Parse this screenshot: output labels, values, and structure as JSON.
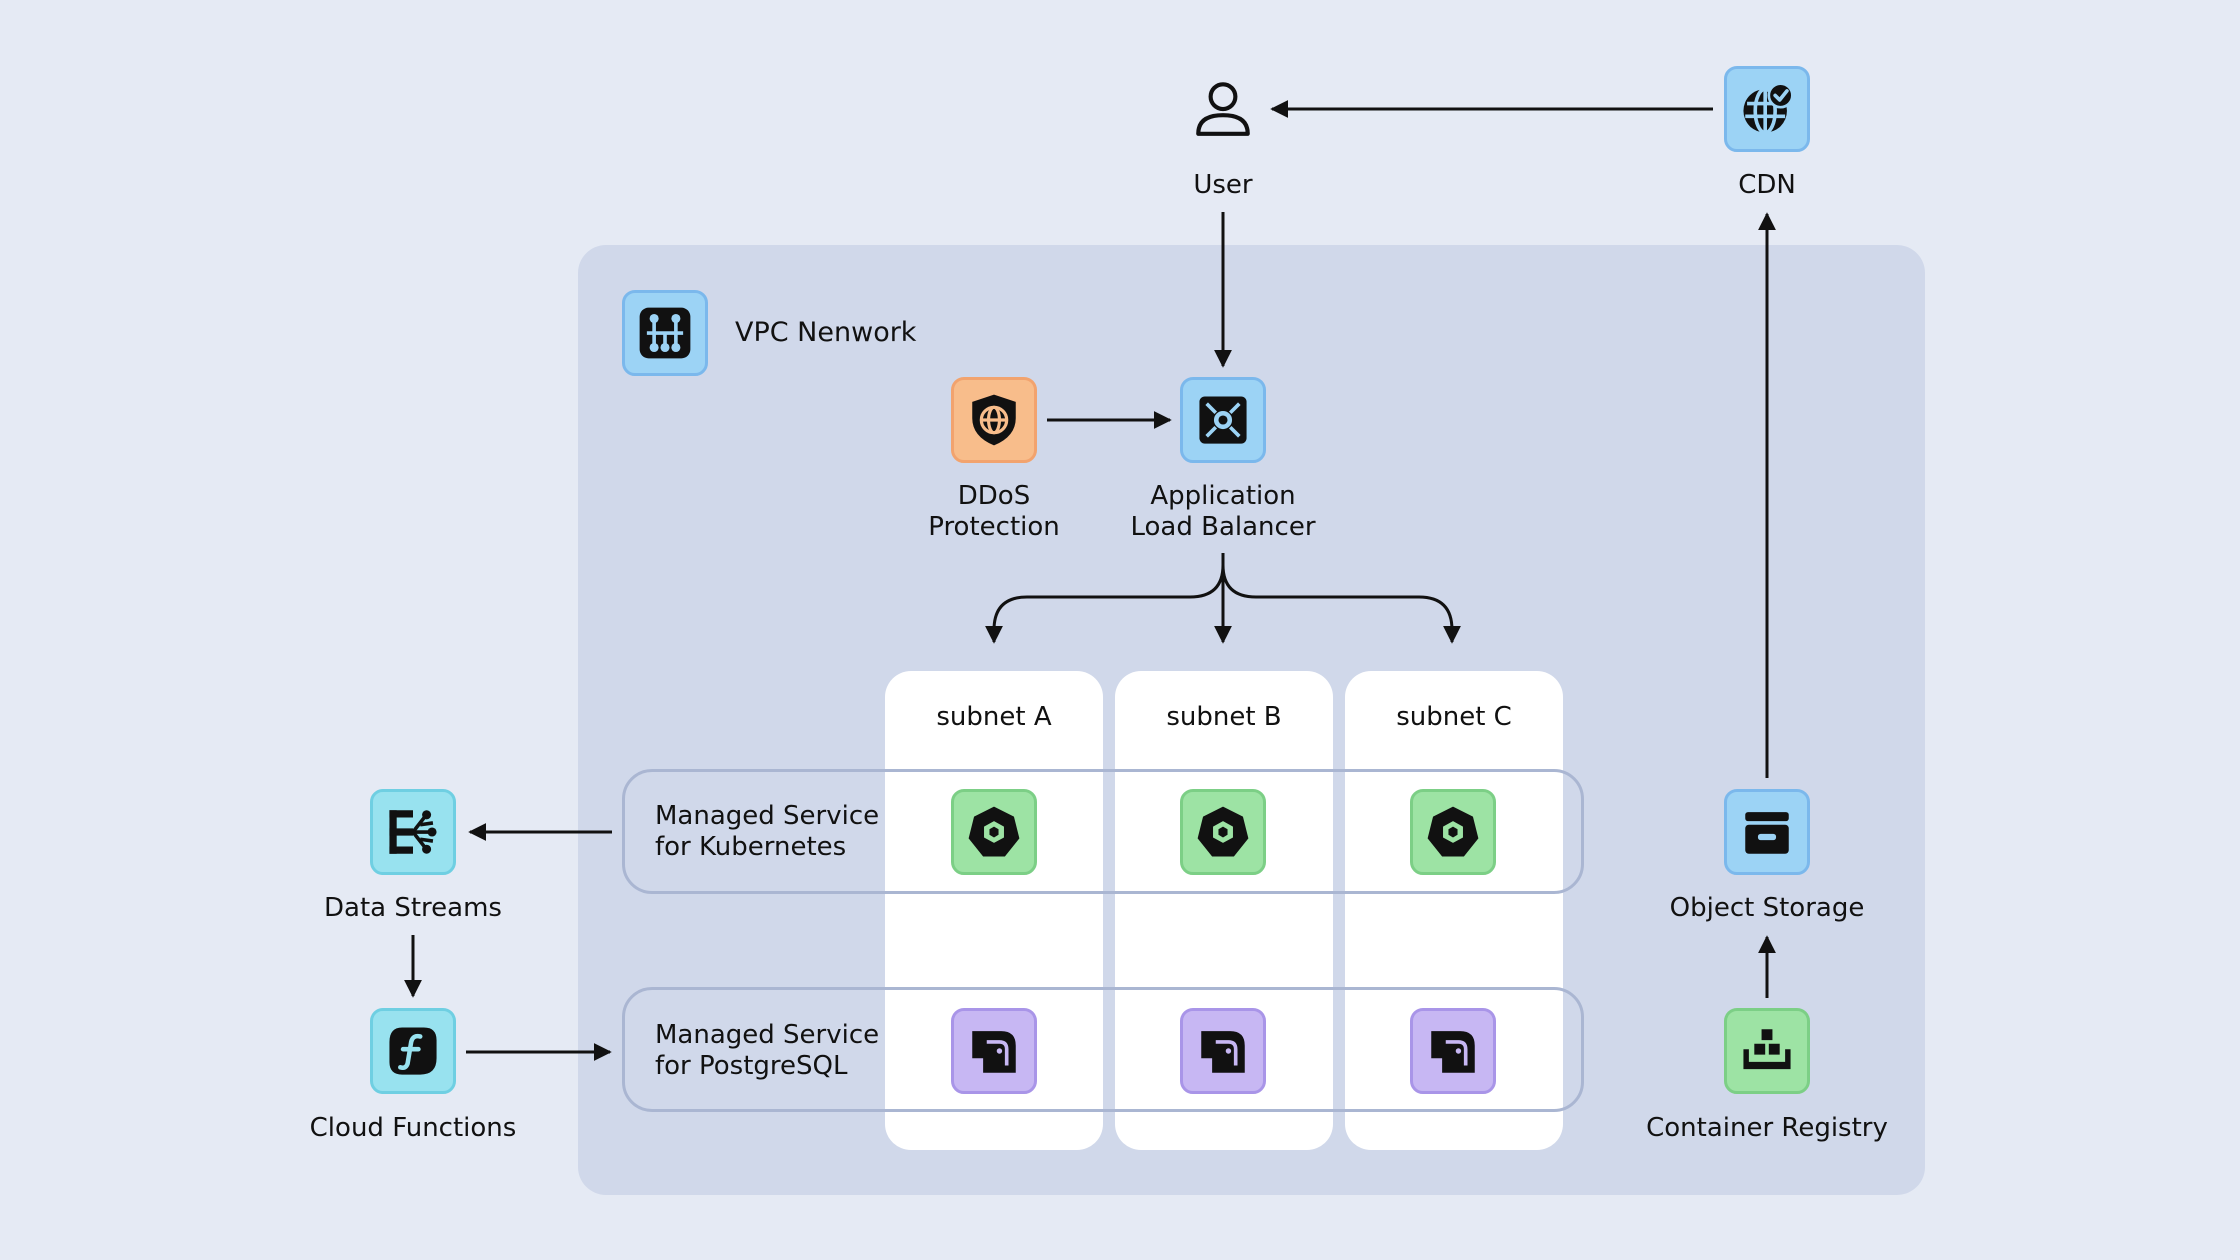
{
  "vpc": {
    "title": "VPC Nenwork"
  },
  "nodes": {
    "user": "User",
    "cdn": "CDN",
    "ddos": [
      "DDoS",
      "Protection"
    ],
    "alb": [
      "Application",
      "Load Balancer"
    ],
    "data_streams": "Data Streams",
    "cloud_functions": "Cloud Functions",
    "object_storage": "Object Storage",
    "container_registry": "Container Registry"
  },
  "subnets": [
    "subnet A",
    "subnet B",
    "subnet C"
  ],
  "bands": {
    "kubernetes": [
      "Managed Service",
      "for Kubernetes"
    ],
    "postgresql": [
      "Managed Service",
      "for PostgreSQL"
    ]
  },
  "colors": {
    "background": "#e5eaf4",
    "vpc": "#d0d8ea",
    "subnet": "#ffffff",
    "blue_icon": "#9cd3f5",
    "orange_icon": "#f8bd8b",
    "green_icon": "#9de3a4",
    "purple_icon": "#c7b7f3",
    "cyan_icon": "#98e2ef"
  },
  "icons": {
    "user": "person-icon",
    "cdn": "globe-check-icon",
    "vpc": "network-icon",
    "ddos": "shield-globe-icon",
    "alb": "load-balancer-icon",
    "kubernetes": "kubernetes-icon",
    "postgresql": "postgresql-icon",
    "data_streams": "data-streams-icon",
    "cloud_functions": "function-icon",
    "object_storage": "archive-box-icon",
    "container_registry": "containers-icon"
  }
}
